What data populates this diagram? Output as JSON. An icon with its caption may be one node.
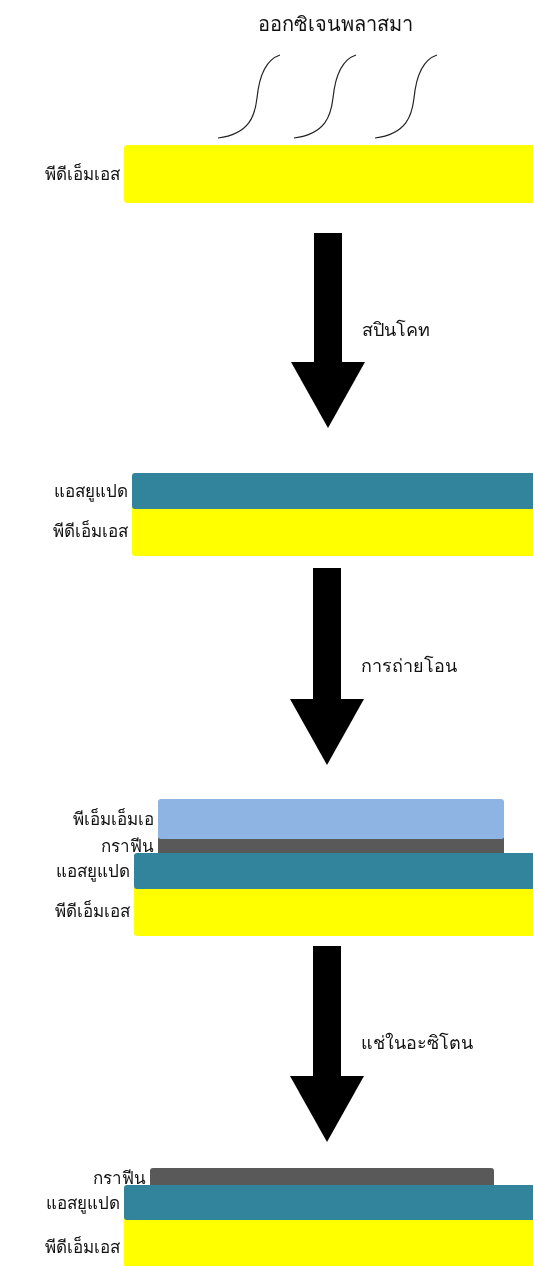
{
  "diagram": {
    "nodes": [
      {
        "text": [
          "พีดีเอ็มเอส"
        ]
      },
      {
        "text": [
          "แอสยูแปด"
        ]
      },
      {
        "text": [
          "พีดีเอ็มเอส"
        ]
      },
      {
        "text": [
          "พีเอ็มเอ็มเอ"
        ]
      },
      {
        "text": [
          "กราฟีน"
        ]
      },
      {
        "text": [
          "แอสยูแปด"
        ]
      },
      {
        "text": [
          "พีดีเอ็มเอส"
        ]
      },
      {
        "text": [
          "กราฟีน"
        ]
      },
      {
        "text": [
          "แอสยูแปด"
        ]
      },
      {
        "text": [
          "พีดีเอ็มเอส"
        ]
      }
    ],
    "edges": [
      {
        "from": 0,
        "to": 1,
        "arrow": "to",
        "label": "สปินโคท"
      },
      {
        "from": 2,
        "to": 3,
        "arrow": "to",
        "label": "การถ่ายโอน"
      },
      {
        "from": 6,
        "to": 7,
        "arrow": "to",
        "label": "แช่ในอะซิโตน"
      }
    ],
    "labels": [
      "ออกซิเจนพลาสมา"
    ]
  }
}
